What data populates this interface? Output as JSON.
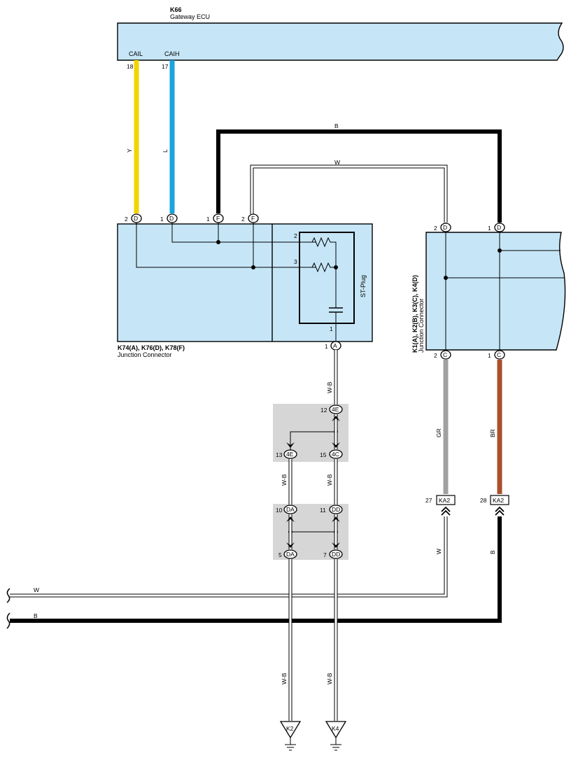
{
  "gateway_ecu": {
    "code": "K66",
    "name": "Gateway ECU",
    "pins": [
      {
        "num": "18",
        "name": "CAIL",
        "color_code": "Y",
        "color": "#f2d400"
      },
      {
        "num": "17",
        "name": "CAIH",
        "color_code": "L",
        "color": "#1aa3df"
      }
    ]
  },
  "upper_wires": {
    "black_label": "B",
    "white_label": "W"
  },
  "junction_connector_left": {
    "code": "K74(A), K76(D), K78(F)",
    "name": "Junction Connector",
    "pins": [
      {
        "num": "2",
        "letter": "D"
      },
      {
        "num": "1",
        "letter": "D"
      },
      {
        "num": "1",
        "letter": "F"
      },
      {
        "num": "2",
        "letter": "F"
      }
    ],
    "st_plug": {
      "label": "ST-Plug",
      "pins": [
        "2",
        "3",
        "1"
      ]
    },
    "bottom_pin": {
      "num": "1",
      "letter": "A"
    }
  },
  "junction_connector_right": {
    "code": "K1(A), K2(B), K3(C), K4(D)",
    "name": "Junction Connector",
    "top_pins": [
      {
        "num": "2",
        "letter": "D"
      },
      {
        "num": "1",
        "letter": "D"
      }
    ],
    "bottom_pins": [
      {
        "num": "2",
        "letter": "C"
      },
      {
        "num": "1",
        "letter": "C"
      }
    ]
  },
  "wire_colors": {
    "wb": "W-B",
    "gr": "GR",
    "br": "BR",
    "w": "W",
    "b": "B"
  },
  "junction_block_1": {
    "top": {
      "num": "12",
      "code": "4E"
    },
    "bottom_left": {
      "num": "13",
      "code": "4E"
    },
    "bottom_right": {
      "num": "15",
      "code": "4C"
    }
  },
  "junction_block_2": {
    "top_left": {
      "num": "10",
      "code": "DA"
    },
    "top_right": {
      "num": "11",
      "code": "DD"
    },
    "bottom_left": {
      "num": "5",
      "code": "DA"
    },
    "bottom_right": {
      "num": "7",
      "code": "DD"
    }
  },
  "in_line_connectors": [
    {
      "num": "27",
      "code": "KA2"
    },
    {
      "num": "28",
      "code": "KA2"
    }
  ],
  "grounds": [
    {
      "code": "K2"
    },
    {
      "code": "K4"
    }
  ],
  "colors": {
    "ecu_fill": "#c6e6f7",
    "gray_wire": "#a0a0a0",
    "brown_wire": "#a9502d",
    "junction_block": "#d6d6d6"
  }
}
